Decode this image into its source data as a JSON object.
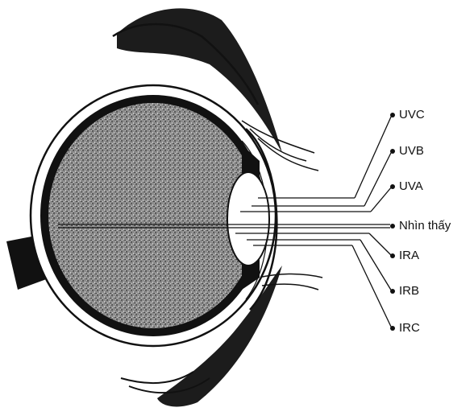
{
  "diagram": {
    "labels": [
      "UVC",
      "UVB",
      "UVA",
      "Nhìn thấy",
      "IRA",
      "IRB",
      "IRC"
    ]
  },
  "colors": {
    "ink": "#111111",
    "paper": "#ffffff",
    "interior": "#8a8a8a"
  }
}
